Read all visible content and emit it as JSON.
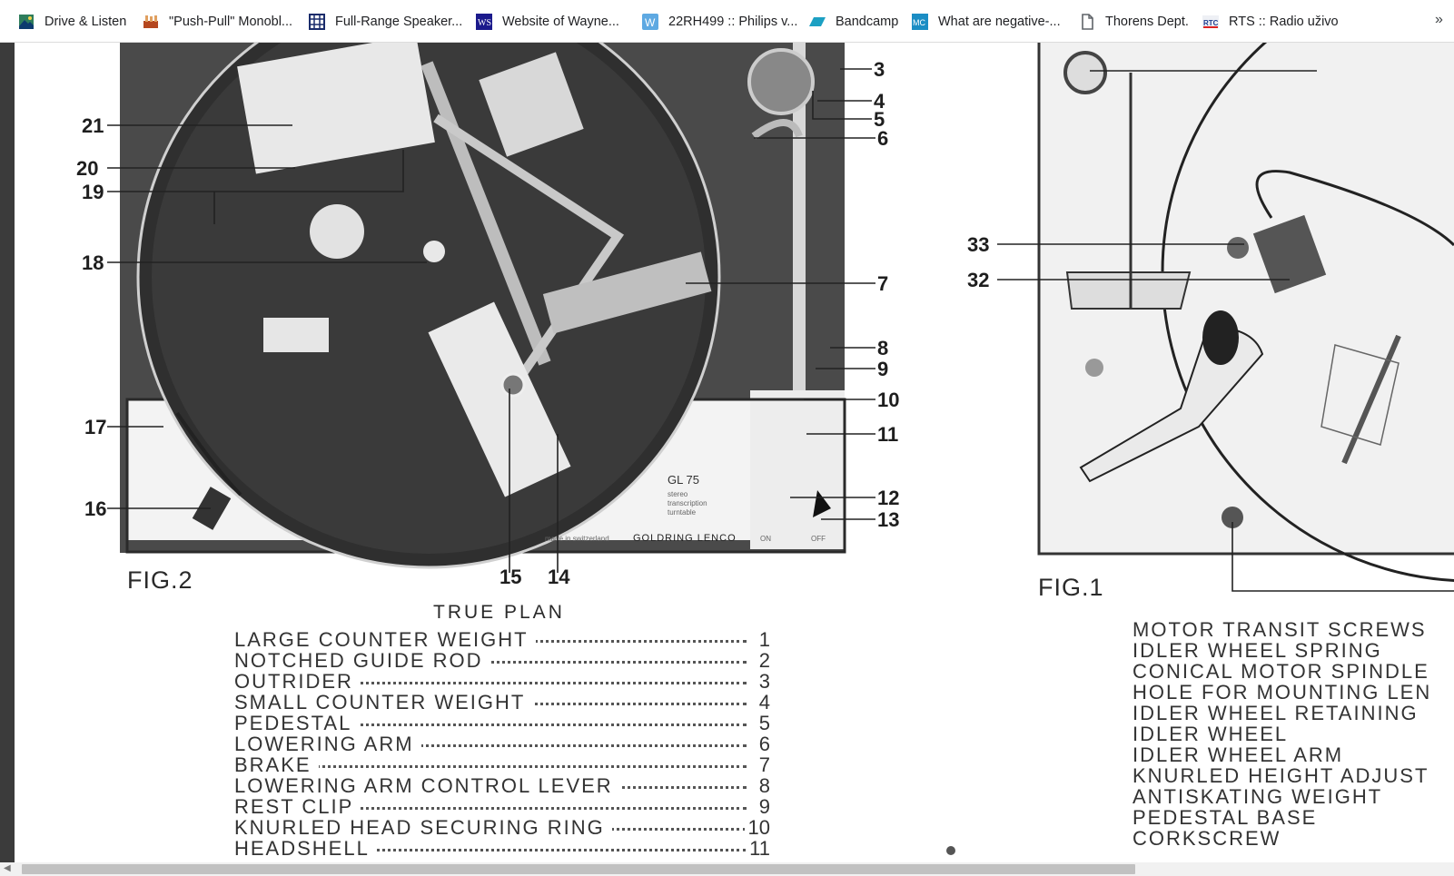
{
  "bookmarks": [
    {
      "label": "Drive & Listen",
      "icon": "photo-landscape-icon"
    },
    {
      "label": "\"Push-Pull\" Monobl...",
      "icon": "amplifier-icon"
    },
    {
      "label": "Full-Range Speaker...",
      "icon": "grid-icon"
    },
    {
      "label": "Website of Wayne...",
      "icon": "ws-logo-icon"
    },
    {
      "label": "22RH499 :: Philips v...",
      "icon": "w-letter-icon"
    },
    {
      "label": "Bandcamp",
      "icon": "bandcamp-icon"
    },
    {
      "label": "What are negative-...",
      "icon": "mc-logo-icon"
    },
    {
      "label": "Thorens Dept.",
      "icon": "document-icon"
    },
    {
      "label": "RTS :: Radio uživo",
      "icon": "rts-logo-icon"
    }
  ],
  "overflow_label": "»",
  "colors": {
    "bookmark_text": "#202124",
    "viewer_sidebar": "#3b3b3b",
    "scrollbar_track": "#f1f1f1",
    "scrollbar_thumb": "#c1c1c1"
  },
  "doc": {
    "fig2": {
      "caption": "FIG.2",
      "subtitle": "TRUE PLAN",
      "model": "GL 75",
      "model_desc": [
        "stereo",
        "transcription",
        "turntable"
      ],
      "made_in": "made in switzerland",
      "brand": "GOLDRING LENCO",
      "switch_on": "ON",
      "switch_off": "OFF",
      "callouts": [
        "21",
        "20",
        "19",
        "18",
        "17",
        "16",
        "15",
        "14",
        "13",
        "12",
        "11",
        "10",
        "9",
        "8",
        "7",
        "6",
        "5",
        "4",
        "3"
      ]
    },
    "fig1": {
      "caption": "FIG.1",
      "callouts": [
        "33",
        "32"
      ]
    },
    "parts_left": [
      {
        "name": "LARGE COUNTER WEIGHT",
        "num": "1"
      },
      {
        "name": "NOTCHED GUIDE ROD",
        "num": "2"
      },
      {
        "name": "OUTRIDER",
        "num": "3"
      },
      {
        "name": "SMALL COUNTER WEIGHT",
        "num": "4"
      },
      {
        "name": "PEDESTAL",
        "num": "5"
      },
      {
        "name": "LOWERING ARM",
        "num": "6"
      },
      {
        "name": "BRAKE",
        "num": "7"
      },
      {
        "name": "LOWERING ARM CONTROL LEVER",
        "num": "8"
      },
      {
        "name": "REST CLIP",
        "num": "9"
      },
      {
        "name": "KNURLED HEAD SECURING RING",
        "num": "10"
      },
      {
        "name": "HEADSHELL",
        "num": "11"
      }
    ],
    "parts_right": [
      "MOTOR TRANSIT SCREWS",
      "IDLER WHEEL SPRING",
      "CONICAL MOTOR SPINDLE",
      "HOLE FOR MOUNTING LEN",
      "IDLER WHEEL RETAINING",
      "IDLER WHEEL",
      "IDLER WHEEL ARM",
      "KNURLED HEIGHT ADJUST",
      "ANTISKATING WEIGHT",
      "PEDESTAL BASE",
      "CORKSCREW"
    ]
  }
}
